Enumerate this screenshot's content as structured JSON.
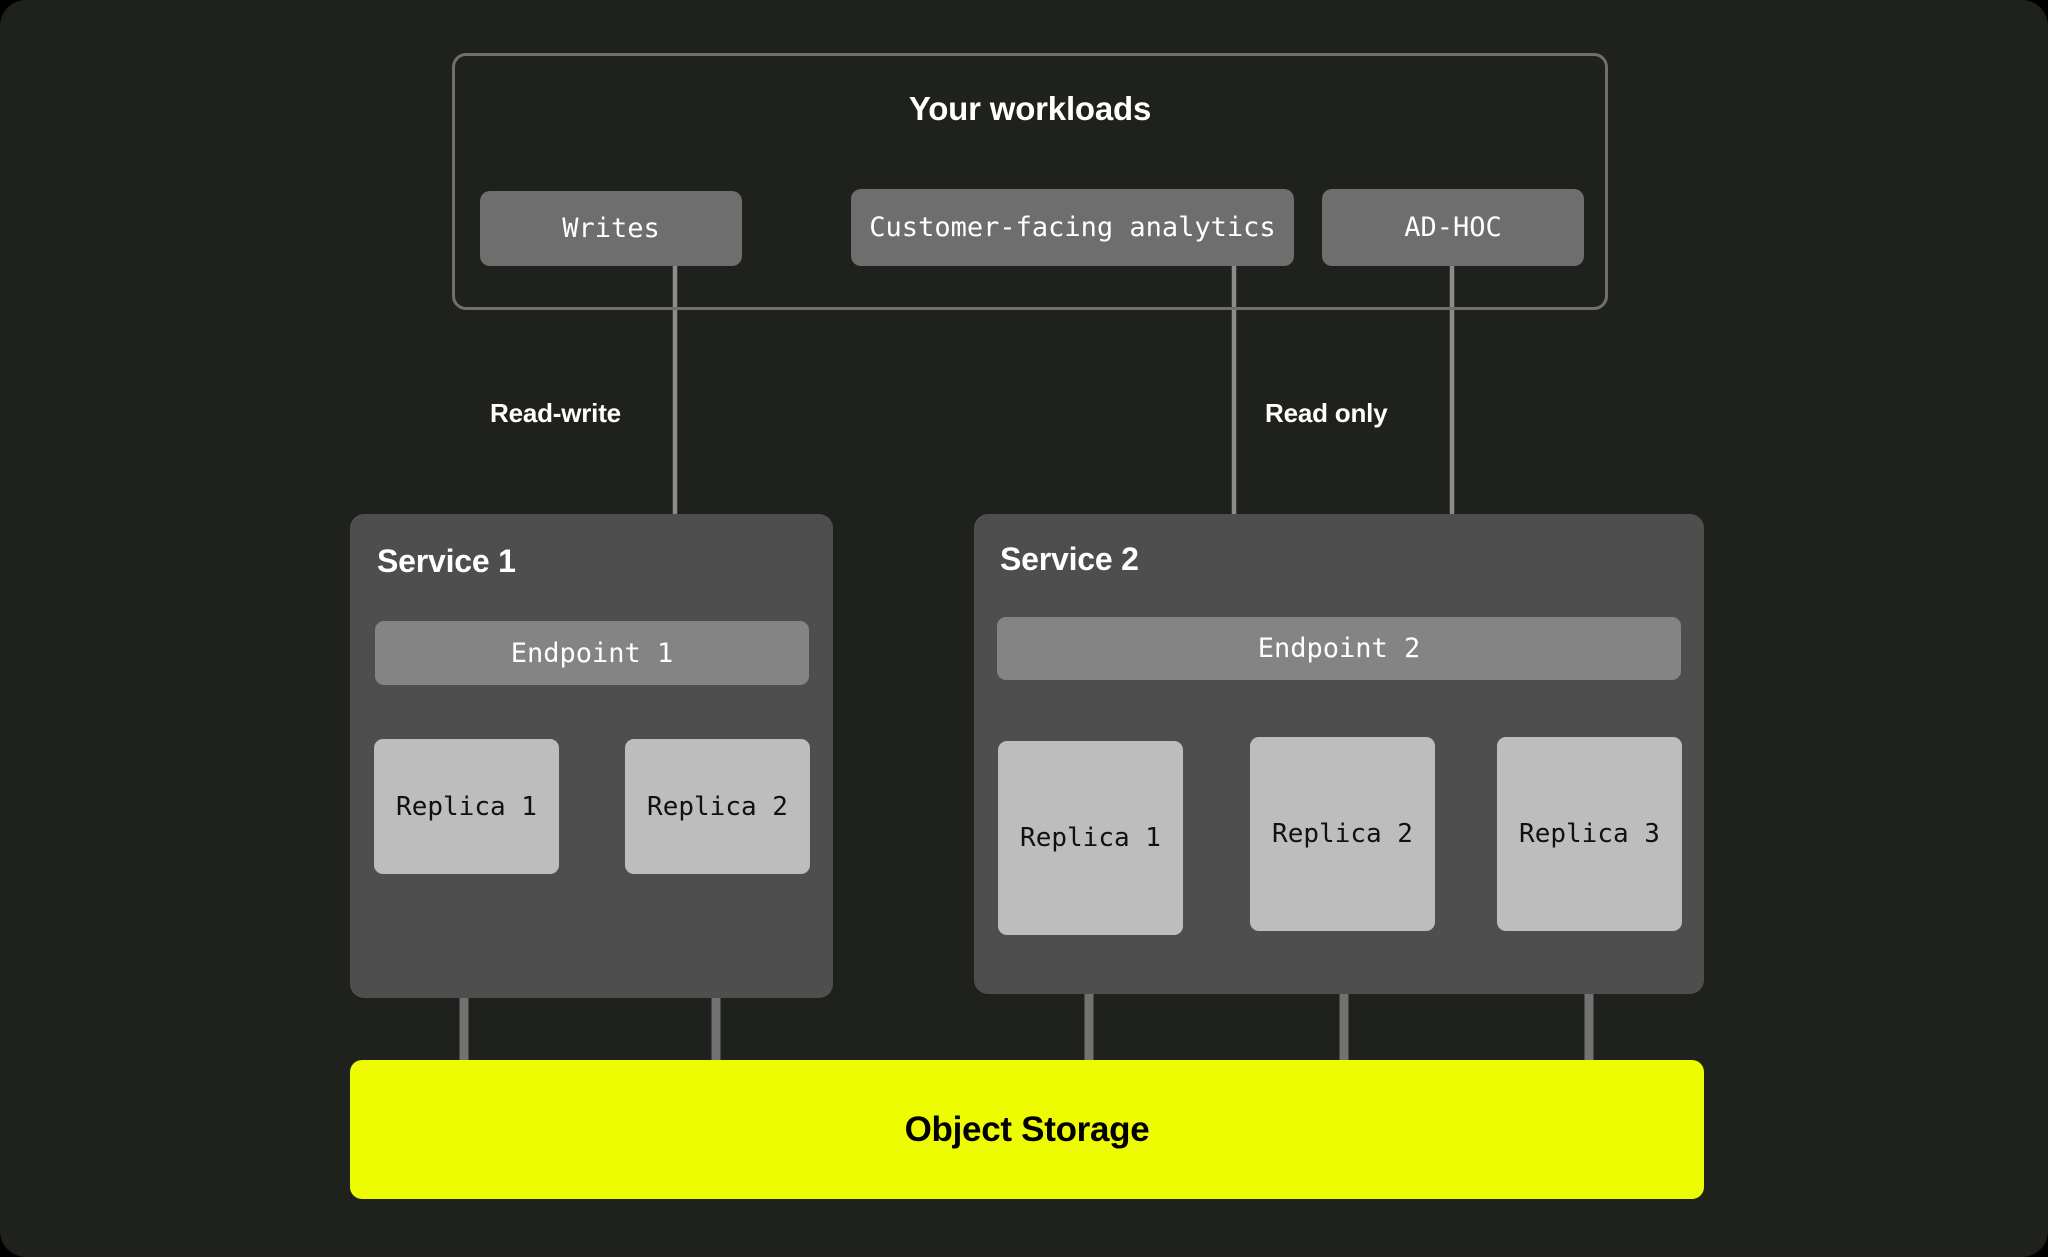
{
  "diagram": {
    "background_color": "#1F211C",
    "accent_color": "#EDFC00",
    "workloads": {
      "title": "Your workloads",
      "items": [
        {
          "label": "Writes"
        },
        {
          "label": "Customer-facing analytics"
        },
        {
          "label": "AD-HOC"
        }
      ]
    },
    "edge_labels": {
      "read_write": "Read-write",
      "read_only": "Read only"
    },
    "services": [
      {
        "title": "Service 1",
        "endpoint": "Endpoint 1",
        "replicas": [
          {
            "label": "Replica 1"
          },
          {
            "label": "Replica 2"
          }
        ]
      },
      {
        "title": "Service 2",
        "endpoint": "Endpoint 2",
        "replicas": [
          {
            "label": "Replica 1"
          },
          {
            "label": "Replica 2"
          },
          {
            "label": "Replica 3"
          }
        ]
      }
    ],
    "storage": {
      "label": "Object Storage"
    }
  }
}
